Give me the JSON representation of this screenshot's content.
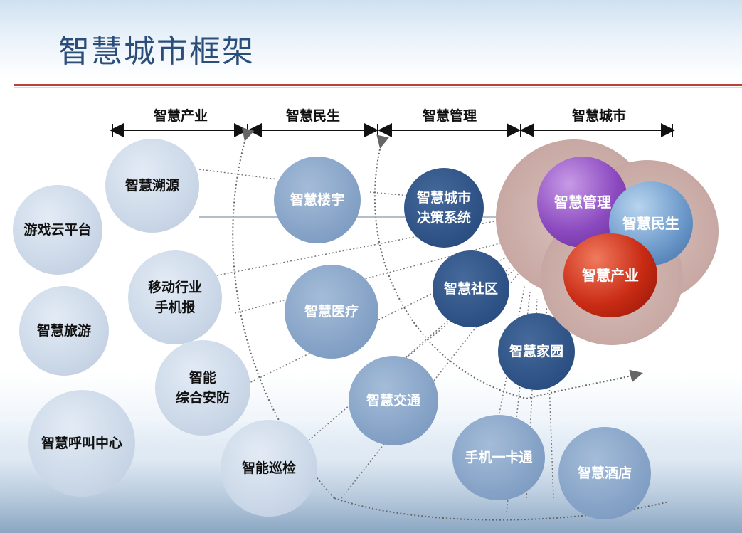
{
  "title": "智慧城市框架",
  "column_headers": [
    "智慧产业",
    "智慧民生",
    "智慧管理",
    "智慧城市"
  ],
  "nodes": {
    "youxi": "游戏云平台",
    "lvyou": "智慧旅游",
    "hujiao": "智慧呼叫中心",
    "suyuan": "智慧溯源",
    "yidong_1": "移动行业",
    "yidong_2": "手机报",
    "anfang_1": "智能",
    "anfang_2": "综合安防",
    "xunjian": "智能巡检",
    "louyu": "智慧楼宇",
    "yiliao": "智慧医疗",
    "jiaotong": "智慧交通",
    "juece_1": "智慧城市",
    "juece_2": "决策系统",
    "shequ": "智慧社区",
    "jiayuan": "智慧家园",
    "yikatong": "手机一卡通",
    "jiudian": "智慧酒店"
  },
  "core": {
    "guanli": "智慧管理",
    "minsheng": "智慧民生",
    "chanye": "智慧产业"
  },
  "colors": {
    "title": "#2b4d7a",
    "rule": "#b8413a",
    "light_circle": "#cbd8e8",
    "mid_circle": "#86a3c7",
    "dark_circle": "#2f5386",
    "purple": "#8b49bf",
    "blue": "#6f9ccc",
    "red": "#c92b14"
  }
}
